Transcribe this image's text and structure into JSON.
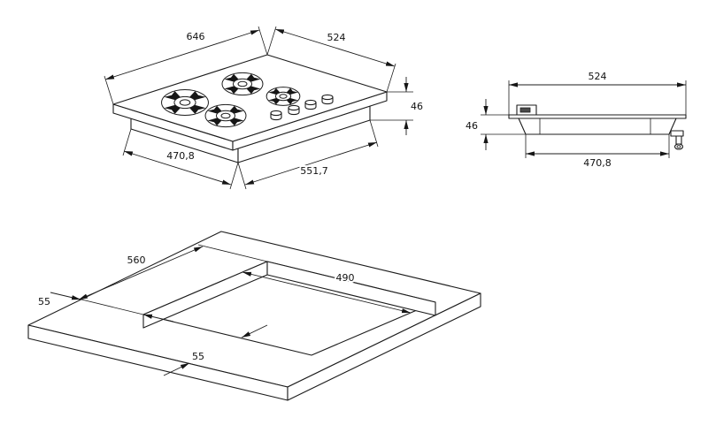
{
  "drawing": {
    "isometric_view": {
      "total_width": "646",
      "total_depth": "524",
      "height": "46",
      "base_width": "470,8",
      "base_depth": "551,7"
    },
    "side_view": {
      "total_depth": "524",
      "height": "46",
      "base_depth": "470,8"
    },
    "cutout_view": {
      "cutout_width": "560",
      "cutout_depth": "490",
      "side_clearance": "55",
      "front_clearance": "55"
    }
  }
}
